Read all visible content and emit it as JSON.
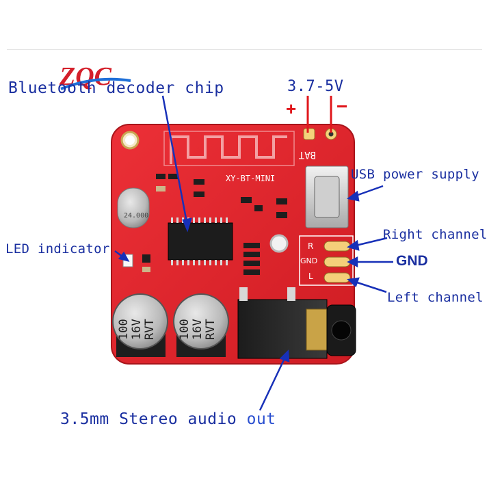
{
  "logo": {
    "text": "ZQC",
    "color": "#d41f2a",
    "accent": "#1e6fd8"
  },
  "labels": {
    "chip": "Bluetooth decoder chip",
    "voltage": "3.7-5V",
    "plus": "+",
    "minus": "−",
    "usb": "USB power supply",
    "right_channel": "Right channel",
    "gnd": "GND",
    "left_channel": "Left channel",
    "led": "LED indicator",
    "audio_out_main": "3.5mm Stereo audio ",
    "audio_out_tail": "out"
  },
  "board": {
    "model": "XY-BT-MINI",
    "bat_label": "BAT",
    "crystal": "24.000",
    "pad_r": "R",
    "pad_gnd": "GND",
    "pad_l": "L",
    "cap_left": [
      "100",
      "16V",
      "RVT"
    ],
    "cap_right": [
      "100",
      "16V",
      "RVT"
    ]
  },
  "colors": {
    "board": "#e3242b",
    "board_dark": "#b5151b",
    "label": "#1a2fa0",
    "arrow": "#1730b8",
    "power": "#e0161b"
  }
}
